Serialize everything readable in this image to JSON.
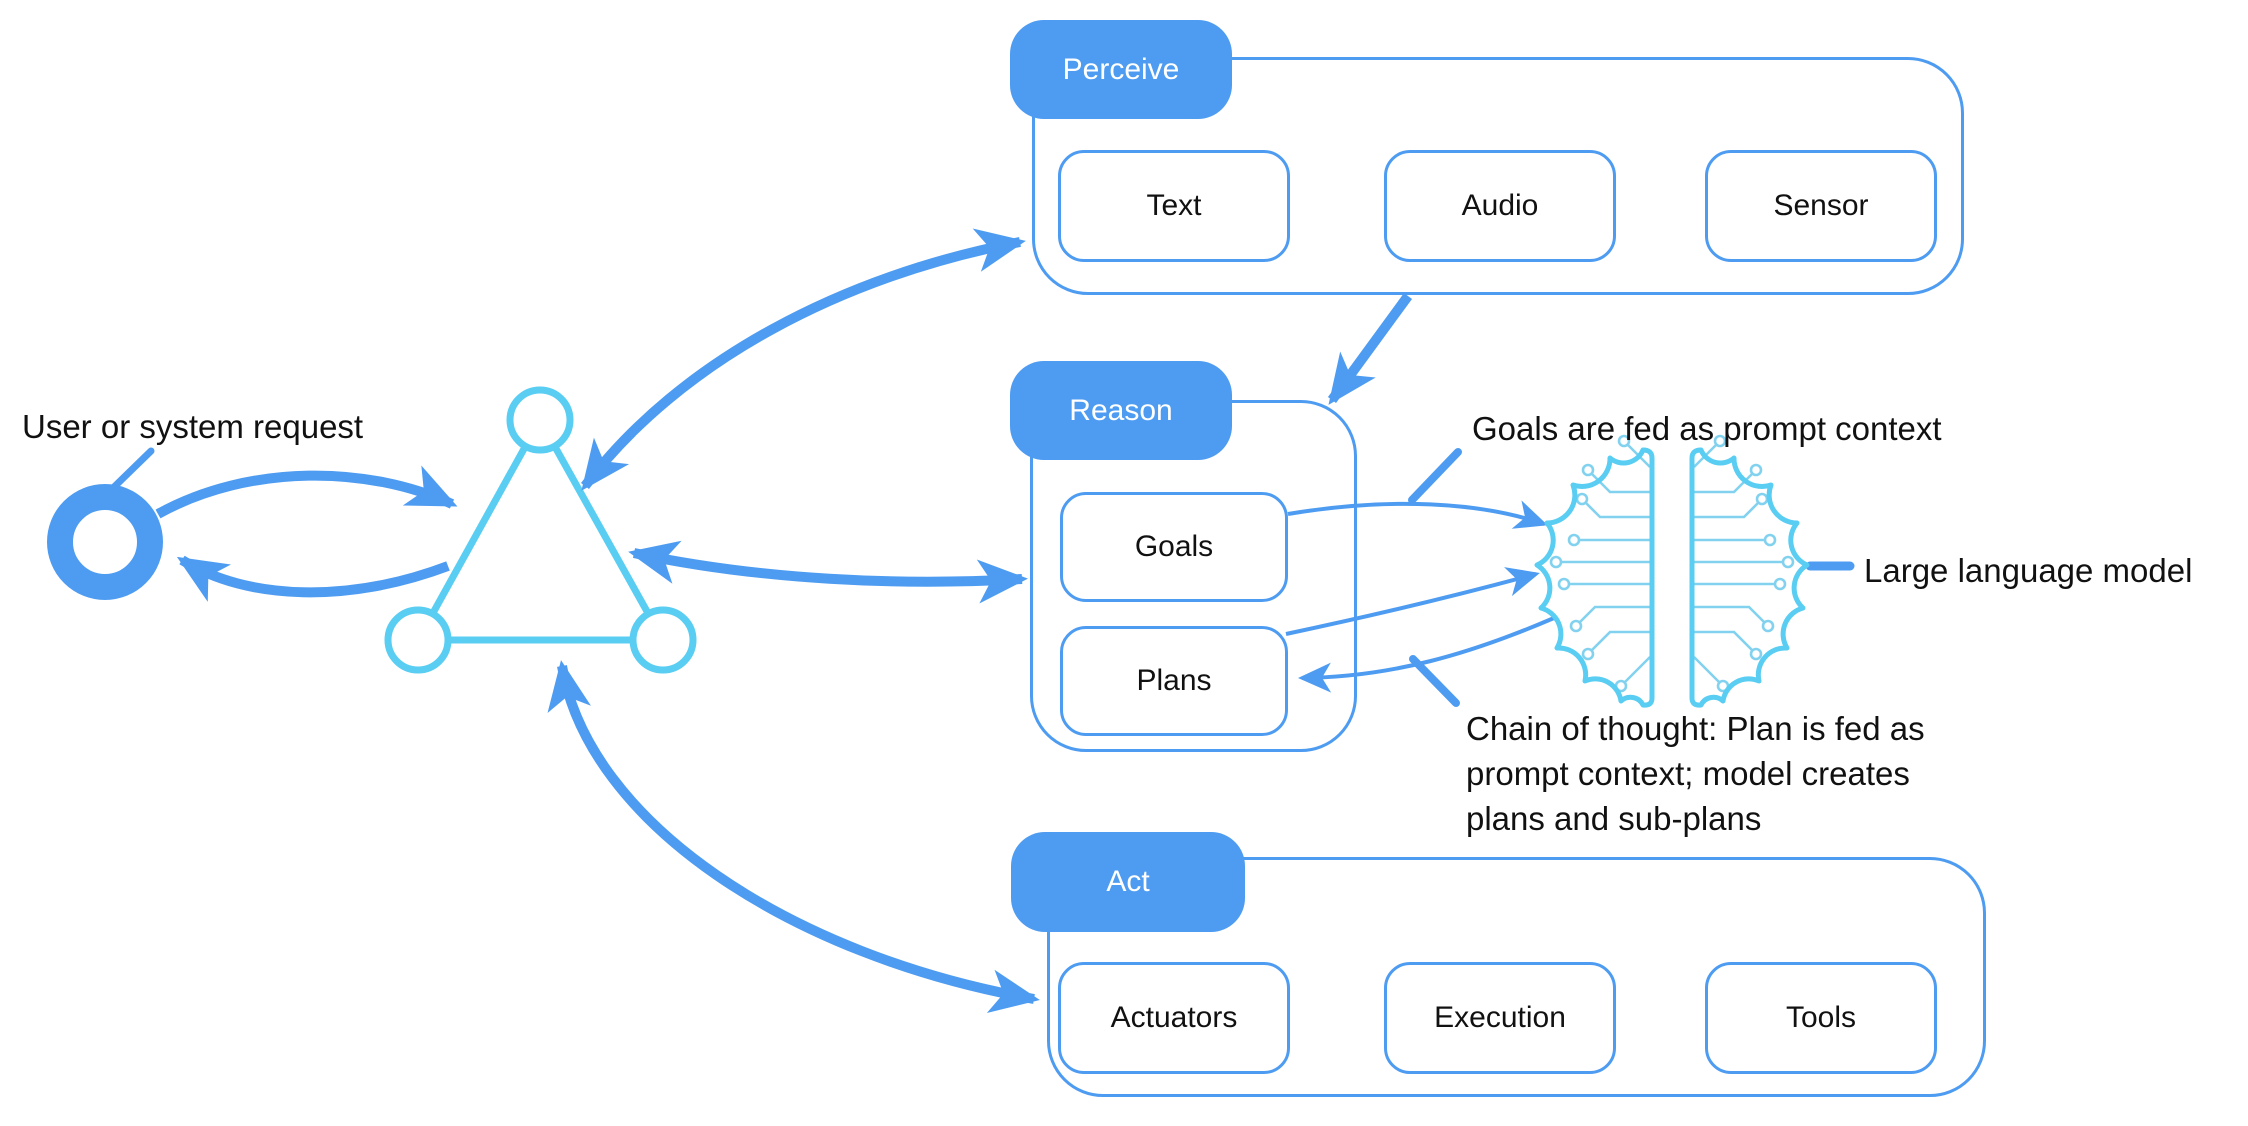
{
  "annotations": {
    "user_request": "User or system request",
    "goals_note": "Goals are fed as prompt context",
    "cot_note_lines": [
      "Chain of thought: Plan is fed as",
      "prompt context; model creates",
      "plans and sub-plans"
    ],
    "llm_label": "Large language model"
  },
  "groups": [
    {
      "tag": "Perceive",
      "items": [
        "Text",
        "Audio",
        "Sensor"
      ]
    },
    {
      "tag": "Reason",
      "items": [
        "Goals",
        "Plans"
      ]
    },
    {
      "tag": "Act",
      "items": [
        "Actuators",
        "Execution",
        "Tools"
      ]
    }
  ],
  "colors": {
    "accent_blue": "#4E9CF1",
    "accent_cyan": "#59CDF2",
    "text": "#111111"
  }
}
